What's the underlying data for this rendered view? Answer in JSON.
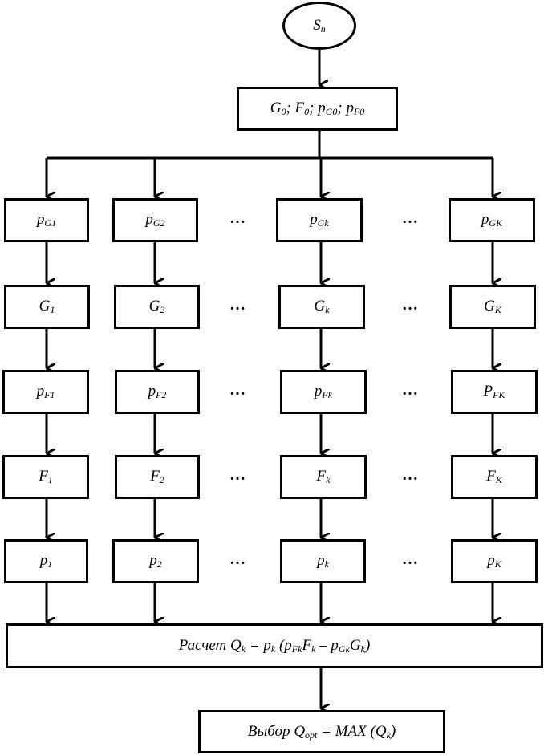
{
  "start": {
    "main": "S",
    "sub": "n"
  },
  "init": {
    "label": "G₀; F₀; p_G0; p_F0",
    "parts": [
      {
        "m": "G",
        "s": "0",
        "sep": "; "
      },
      {
        "m": "F",
        "s": "0",
        "sep": "; "
      },
      {
        "m": "p",
        "s": "G0",
        "sep": "; "
      },
      {
        "m": "p",
        "s": "F0",
        "sep": ""
      }
    ]
  },
  "columns": [
    {
      "id": "1",
      "cells": [
        {
          "m": "p",
          "s": "G1"
        },
        {
          "m": "G",
          "s": "1"
        },
        {
          "m": "p",
          "s": "F1"
        },
        {
          "m": "F",
          "s": "1"
        },
        {
          "m": "p",
          "s": "1"
        }
      ]
    },
    {
      "id": "2",
      "cells": [
        {
          "m": "p",
          "s": "G2"
        },
        {
          "m": "G",
          "s": "2"
        },
        {
          "m": "p",
          "s": "F2"
        },
        {
          "m": "F",
          "s": "2"
        },
        {
          "m": "p",
          "s": "2"
        }
      ]
    },
    {
      "id": "k",
      "cells": [
        {
          "m": "p",
          "s": "Gk"
        },
        {
          "m": "G",
          "s": "k"
        },
        {
          "m": "p",
          "s": "Fk"
        },
        {
          "m": "F",
          "s": "k"
        },
        {
          "m": "p",
          "s": "k"
        }
      ]
    },
    {
      "id": "K",
      "cells": [
        {
          "m": "p",
          "s": "GK"
        },
        {
          "m": "G",
          "s": "K"
        },
        {
          "m": "P",
          "s": "FK"
        },
        {
          "m": "F",
          "s": "K"
        },
        {
          "m": "p",
          "s": "K"
        }
      ]
    }
  ],
  "ellipsis": "…",
  "calc": {
    "prefix": "Расчет ",
    "label": "Расчет Qk = pk (pFkFk – pGkGk)"
  },
  "select": {
    "prefix": "Выбор ",
    "label": "Выбор Qopt = MAX (Qk)"
  }
}
